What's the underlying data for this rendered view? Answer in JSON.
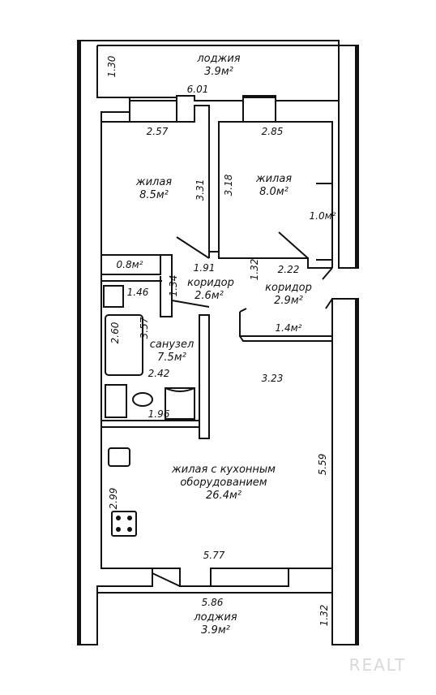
{
  "rooms": {
    "loggia_top": {
      "name": "лоджия",
      "area": "3.9м²"
    },
    "living_left": {
      "name": "жилая",
      "area": "8.5м²"
    },
    "living_right": {
      "name": "жилая",
      "area": "8.0м²"
    },
    "closet_right": {
      "area": "1.0м²"
    },
    "closet_left": {
      "area": "0.8м²"
    },
    "corridor_left": {
      "name": "коридор",
      "area": "2.6м²"
    },
    "corridor_right": {
      "name": "коридор",
      "area": "2.9м²"
    },
    "closet_kitchen": {
      "area": "1.4м²"
    },
    "bathroom": {
      "name": "санузел",
      "area": "7.5м²"
    },
    "kitchen_living": {
      "name_line1": "жилая с кухонным",
      "name_line2": "оборудованием",
      "area": "26.4м²"
    },
    "loggia_bottom": {
      "name": "лоджия",
      "area": "3.9м²"
    }
  },
  "dimensions": {
    "d_130": "1.30",
    "d_601": "6.01",
    "d_257": "2.57",
    "d_285": "2.85",
    "d_331": "3.31",
    "d_318": "3.18",
    "d_191": "1.91",
    "d_132_mid": "1.32",
    "d_222": "2.22",
    "d_134": "1.34",
    "d_146": "1.46",
    "d_260": "2.60",
    "d_357": "3.57",
    "d_242": "2.42",
    "d_196": "1.96",
    "d_323": "3.23",
    "d_559": "5.59",
    "d_299": "2.99",
    "d_577": "5.77",
    "d_586": "5.86",
    "d_132_bottom": "1.32"
  },
  "watermark": "REALT"
}
